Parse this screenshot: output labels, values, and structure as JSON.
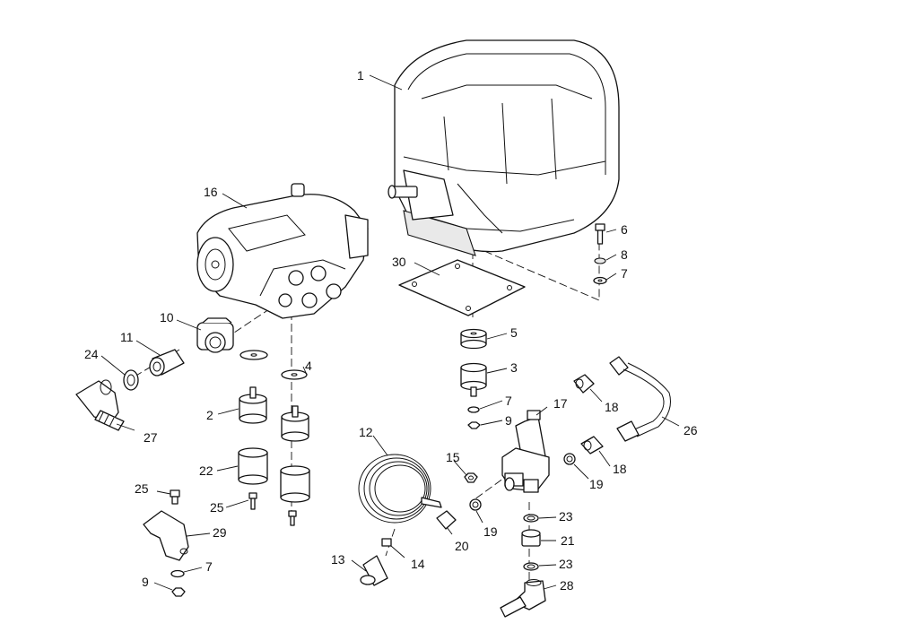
{
  "callouts": {
    "p1": "1",
    "p2": "2",
    "p3": "3",
    "p4": "4",
    "p5": "5",
    "p6": "6",
    "p7a": "7",
    "p7b": "7",
    "p7c": "7",
    "p8": "8",
    "p9a": "9",
    "p9b": "9",
    "p10": "10",
    "p11": "11",
    "p12": "12",
    "p13": "13",
    "p14": "14",
    "p15": "15",
    "p16": "16",
    "p17": "17",
    "p18a": "18",
    "p18b": "18",
    "p19a": "19",
    "p19b": "19",
    "p20": "20",
    "p21": "21",
    "p22": "22",
    "p23a": "23",
    "p23b": "23",
    "p24": "24",
    "p25a": "25",
    "p25b": "25",
    "p26": "26",
    "p27": "27",
    "p28": "28",
    "p29": "29",
    "p30": "30"
  }
}
